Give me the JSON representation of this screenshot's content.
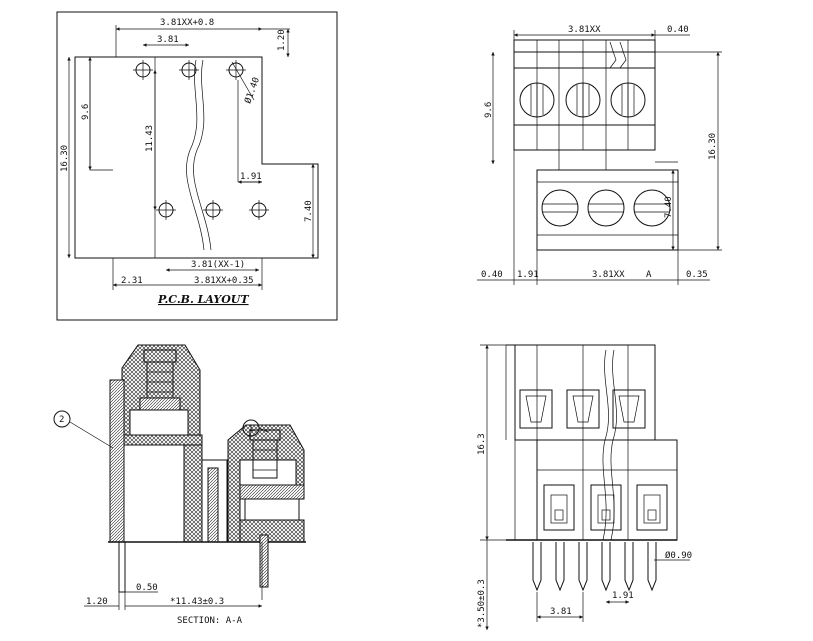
{
  "pcb_layout": {
    "title": "P.C.B. LAYOUT",
    "dims": {
      "top_width": "3.81XX+0.8",
      "pitch": "3.81",
      "top_offset": "1.20",
      "hole_dia": "Ø1.40",
      "height_total": "16.30",
      "height_upper": "9.6",
      "height_mid": "11.43",
      "step": "1.91",
      "lower_height": "7.40",
      "pitch_span": "3.81(XX-1)",
      "edge": "2.31",
      "bottom_width": "3.81XX+0.35"
    }
  },
  "top_right": {
    "dims": {
      "width": "3.81XX",
      "gap_top": "0.40",
      "height_upper": "9.6",
      "height_total": "16.30",
      "lower_height": "7.40",
      "left_gap": "0.40",
      "step": "1.91",
      "pitch_span": "3.81XX",
      "section_mark": "A",
      "right_gap": "0.35"
    }
  },
  "section": {
    "title": "SECTION: A-A",
    "callouts": [
      "2",
      "1"
    ],
    "dims": {
      "left": "1.20",
      "pin": "0.50",
      "length": "*11.43±0.3"
    }
  },
  "front": {
    "dims": {
      "height": "16.3",
      "pin_dia": "Ø0.90",
      "pin_len": "*3.50±0.3",
      "step": "1.91",
      "pitch": "3.81"
    }
  }
}
